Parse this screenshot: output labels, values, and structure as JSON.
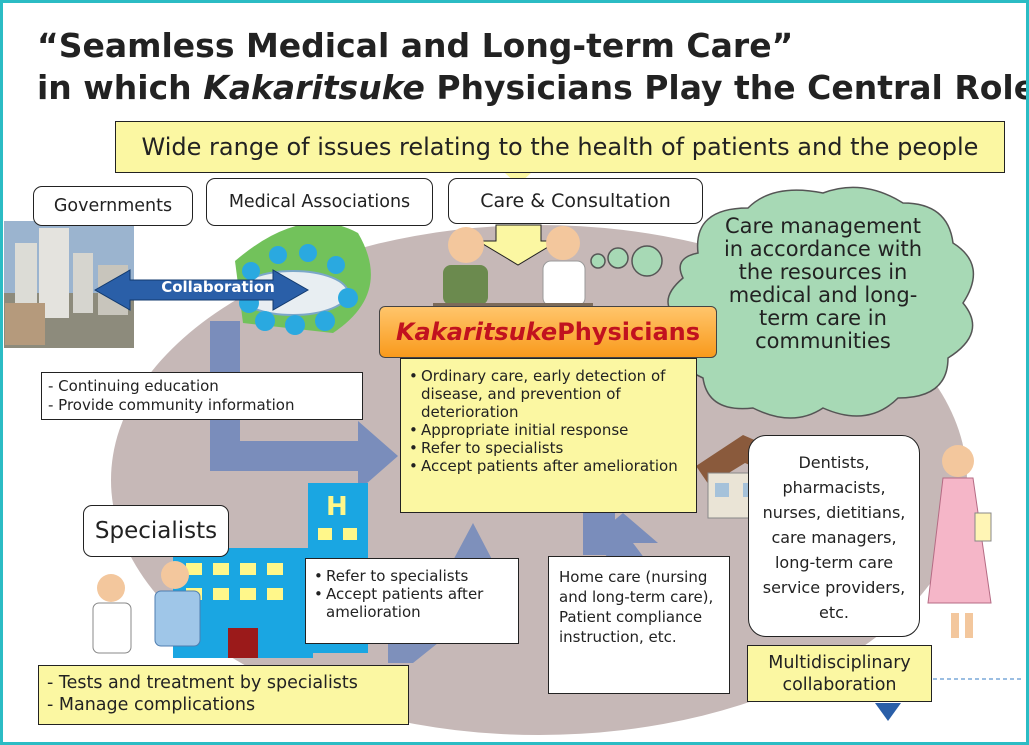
{
  "title": {
    "line1": "“Seamless Medical and Long-term Care”",
    "line2_pre": "in which ",
    "line2_italic": "Kakaritsuke",
    "line2_post": " Physicians Play the Central Role"
  },
  "banner": "Wide range of issues relating to the health of patients and the people",
  "governments": "Governments",
  "medical_associations": "Medical Associations",
  "care_consultation": "Care & Consultation",
  "collaboration": "Collaboration",
  "cloud": {
    "lines": [
      "Care management",
      "in accordance with",
      "the resources in",
      "medical and long-",
      "term care in",
      "communities"
    ]
  },
  "kakaritsuke": {
    "italic": "Kakaritsuke",
    "rest": " Physicians",
    "items": [
      "Ordinary care, early detection of disease, and prevention of deterioration",
      "Appropriate initial response",
      "Refer to specialists",
      "Accept patients after amelioration"
    ]
  },
  "continuing": {
    "lines": [
      "- Continuing education",
      "- Provide community information"
    ]
  },
  "specialists": "Specialists",
  "refer_box": {
    "items": [
      "Refer to specialists",
      "Accept patients after amelioration"
    ]
  },
  "home_care": "Home care (nursing and long-term care), Patient compliance instruction, etc.",
  "tests": {
    "lines": [
      "- Tests and treatment by specialists",
      "- Manage complications"
    ]
  },
  "dentists": {
    "lines": [
      "Dentists,",
      "pharmacists,",
      "nurses, dietitians,",
      "care managers,",
      "long-term care",
      "service providers,",
      "etc."
    ]
  },
  "multidisciplinary": {
    "lines": [
      "Multidisciplinary",
      "collaboration"
    ]
  },
  "colors": {
    "frame": "#2bbcc4",
    "ellipse": "#c6b8b7",
    "yellow_box": "#fbf7a2",
    "cloud": "#a7d9b5",
    "arrow": "#7a8dbb",
    "kakaritsuke_text": "#c1121f",
    "orange_box": "#f99a1c"
  }
}
